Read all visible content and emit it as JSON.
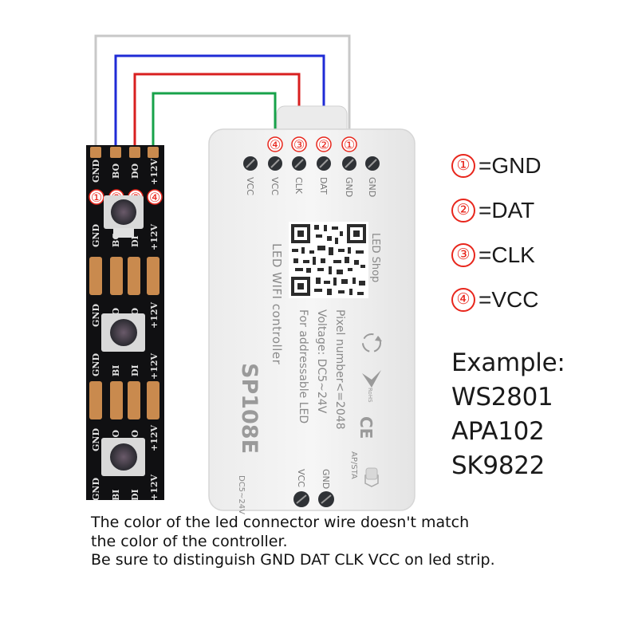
{
  "strip": {
    "top_labels": [
      "GND",
      "BO",
      "DO",
      "+12V"
    ],
    "row_labels_a": [
      "GND",
      "BI",
      "DI",
      "+12V"
    ],
    "row_labels_b": [
      "GND",
      "BO",
      "DO",
      "+12V"
    ],
    "pad_numbers": [
      "①",
      "②",
      "③",
      "④"
    ]
  },
  "controller": {
    "top_pin_labels": [
      "VCC",
      "VCC",
      "CLK",
      "DAT",
      "GND",
      "GND"
    ],
    "pin_numbers": [
      "④",
      "③",
      "②",
      "①"
    ],
    "model": "SP108E",
    "title": "LED WIFI controller",
    "spec_lines": [
      "For addressable LED",
      "Voltage: DC5~24V",
      "Pixel number<=2048"
    ],
    "brand": "LED Shop",
    "rohs": "RoHS",
    "ce": "CE",
    "power_label": "DC5~24V",
    "bottom_labels": [
      "VCC",
      "GND"
    ],
    "button_label": "AP/STA"
  },
  "legend": [
    {
      "num": "①",
      "text": "=GND"
    },
    {
      "num": "②",
      "text": "=DAT"
    },
    {
      "num": "③",
      "text": "=CLK"
    },
    {
      "num": "④",
      "text": "=VCC"
    }
  ],
  "example": {
    "heading": "Example:",
    "chips": [
      "WS2801",
      "APA102",
      "SK9822"
    ]
  },
  "note": {
    "line1": "The color of the led connector wire doesn't match",
    "line2": "the color of the controller.",
    "line3": "Be sure to distinguish GND DAT CLK VCC on led strip."
  },
  "colors": {
    "wire_gnd": "#c8c8c8",
    "wire_dat": "#1f2bd6",
    "wire_clk": "#d81f1f",
    "wire_vcc": "#17a24a",
    "strip_bg": "#101012",
    "pad": "#c98a4e",
    "marker_red": "#e8261c"
  }
}
